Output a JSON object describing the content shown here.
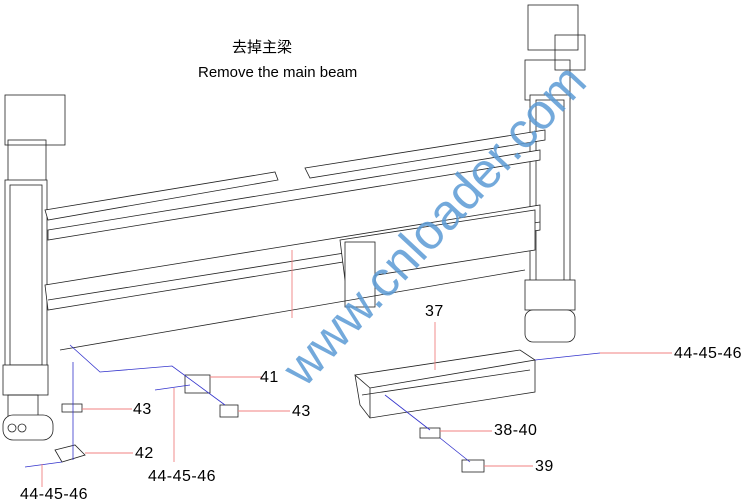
{
  "title": {
    "chinese": "去掉主梁",
    "english": "Remove the main beam"
  },
  "watermark": "www.cnloader.com",
  "callouts": [
    {
      "id": "37",
      "text": "37"
    },
    {
      "id": "41",
      "text": "41"
    },
    {
      "id": "43a",
      "text": "43"
    },
    {
      "id": "43b",
      "text": "43"
    },
    {
      "id": "42",
      "text": "42"
    },
    {
      "id": "38-40",
      "text": "38-40"
    },
    {
      "id": "39",
      "text": "39"
    },
    {
      "id": "44-45-46-right",
      "text": "44-45-46"
    },
    {
      "id": "44-45-46-mid",
      "text": "44-45-46"
    },
    {
      "id": "44-45-46-left",
      "text": "44-45-46"
    }
  ],
  "colors": {
    "leader": "#f08080",
    "assembly_line": "#3333cc",
    "watermark": "#5b9bd5"
  }
}
